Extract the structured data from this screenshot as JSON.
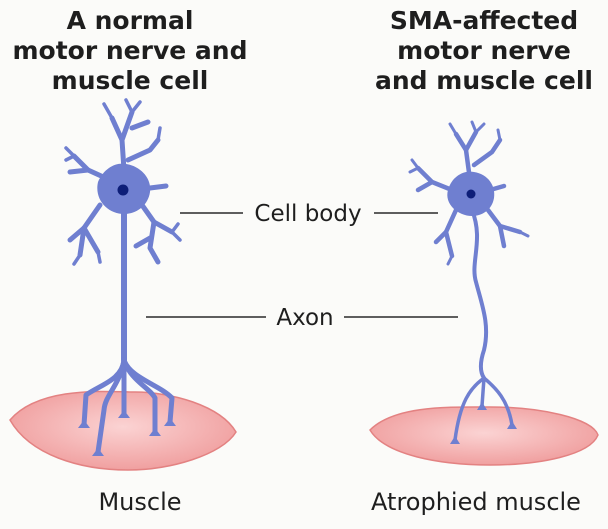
{
  "left_panel": {
    "title_lines": [
      "A normal",
      "motor nerve and",
      "muscle cell"
    ],
    "caption": "Muscle"
  },
  "right_panel": {
    "title_lines": [
      "SMA-affected",
      "motor nerve",
      "and muscle cell"
    ],
    "caption": "Atrophied muscle"
  },
  "labels": {
    "cell_body": "Cell body",
    "axon": "Axon"
  },
  "colors": {
    "neuron": "#6f7fd0",
    "neuron_stroke": "#5a69bd",
    "nucleus": "#0d1e78",
    "muscle_light": "#f8c4c4",
    "muscle_dark": "#ea8a8a",
    "leader_line": "#2a2a2a"
  }
}
